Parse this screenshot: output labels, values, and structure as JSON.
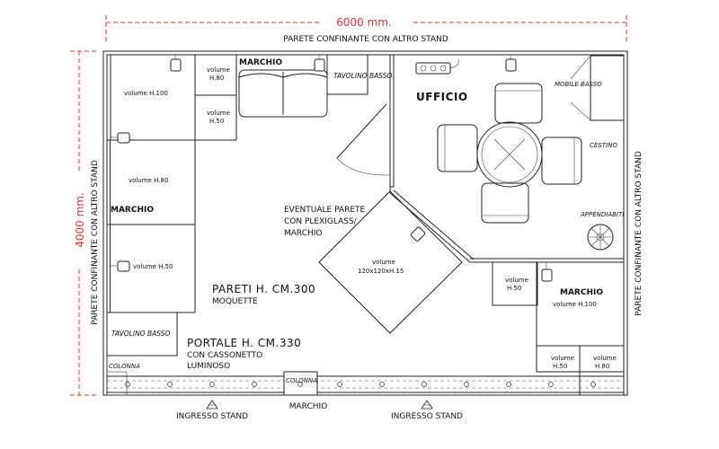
{
  "dimensions": {
    "width_label": "6000 mm.",
    "height_label": "4000 mm."
  },
  "walls": {
    "top": "PARETE CONFINANTE CON ALTRO STAND",
    "left": "PARETE CONFINANTE CON ALTRO STAND",
    "right": "PARETE CONFINANTE CON ALTRO STAND"
  },
  "labels": {
    "marchio_top": "MARCHIO",
    "tavolino_basso_top": "TAVOLINO BASSO",
    "ufficio": "UFFICIO",
    "mobile_basso": "MOBILE BASSO",
    "cestino": "CESTINO",
    "appendiabiti": "APPENDIABITI",
    "eventuale_1": "EVENTUALE PARETE",
    "eventuale_2": "CON PLEXIGLASS/",
    "eventuale_3": "MARCHIO",
    "volume_center_1": "volume",
    "volume_center_2": "120x120xH.15",
    "marchio_left": "MARCHIO",
    "pareti_1": "PARETI H. CM.300",
    "pareti_2": "MOQUETTE",
    "marchio_right": "MARCHIO",
    "tavolino_basso_left": "TAVOLINO BASSO",
    "portale_1": "PORTALE H. CM.330",
    "portale_2": "CON CASSONETTO",
    "portale_3": "LUMINOSO",
    "colonna_left": "COLONNA",
    "colonna_mid": "COLONNA",
    "ingresso_left": "INGRESSO STAND",
    "marchio_bottom": "MARCHIO",
    "ingresso_right": "INGRESSO STAND"
  },
  "volumes": {
    "left_h100": "volume H.100",
    "left_h80": "volume H.80",
    "left_h50": "volume H.50",
    "top_h80_a": "volume",
    "top_h80_b": "H.80",
    "top_h50_a": "volume",
    "top_h50_b": "H.50",
    "right_h100": "volume H.100",
    "right_h50_a": "volume",
    "right_h50_b": "H.50",
    "bottom_h50_a": "volume",
    "bottom_h50_b": "H.50",
    "bottom_h80_a": "volume",
    "bottom_h80_b": "H.80"
  }
}
